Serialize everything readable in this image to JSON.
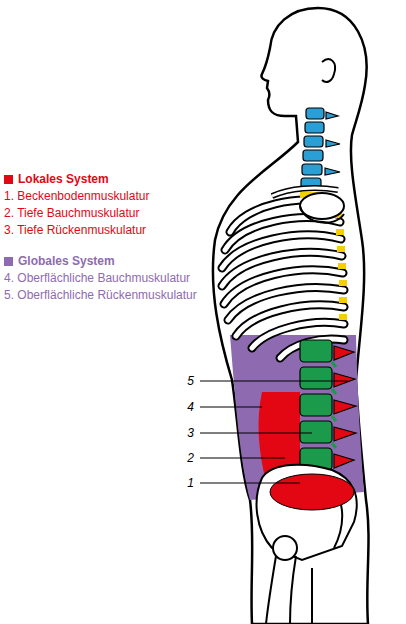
{
  "diagram": {
    "labels": [
      "1. Beckenbodenmuskulatur",
      "2. Tiefe Bauchmuskulatur",
      "3. Tiefe Rückenmuskulatur",
      "4. Oberflächliche Bauchmuskulatur",
      "5. Oberflächliche Rückenmuskulatur",
      "5",
      "4",
      "3",
      "2",
      "1"
    ],
    "legend": [
      {
        "text": "Lokales System",
        "color": "#e30613"
      },
      {
        "text": "Globales System",
        "color": "#8e6bb0"
      }
    ]
  }
}
